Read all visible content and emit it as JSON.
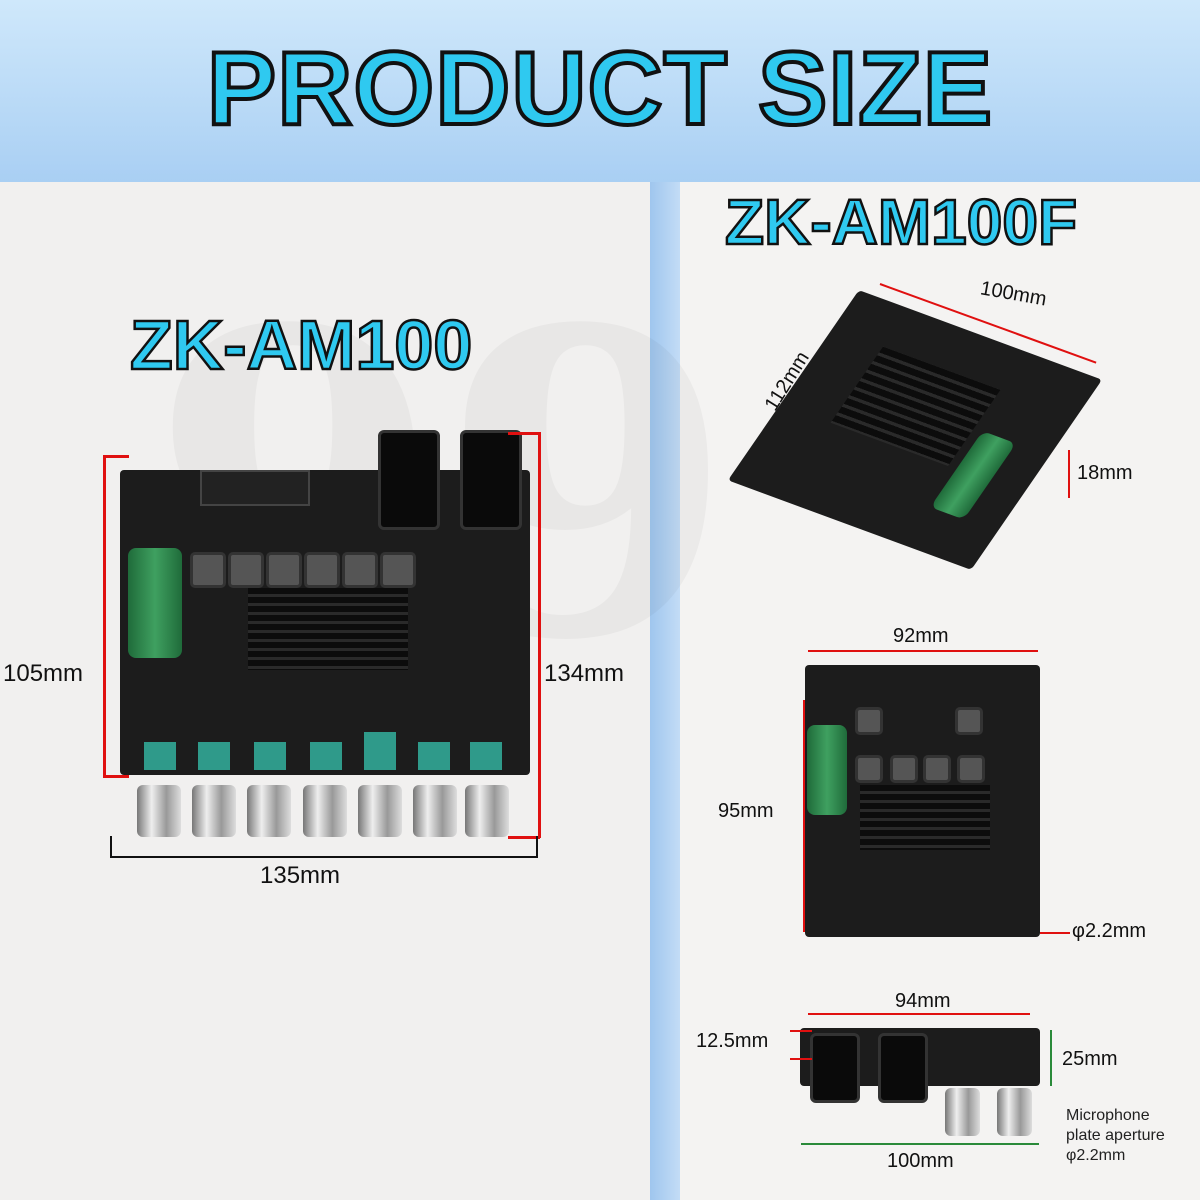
{
  "banner": {
    "title": "PRODUCT SIZE"
  },
  "left": {
    "model": "ZK-AM100",
    "dimensions": {
      "height": "105mm",
      "height_with_jacks": "134mm",
      "width": "135mm"
    }
  },
  "right": {
    "model": "ZK-AM100F",
    "top_view": {
      "width": "100mm",
      "length": "112mm",
      "height": "18mm"
    },
    "front_view": {
      "width": "92mm",
      "height": "95mm",
      "hole": "φ2.2mm"
    },
    "side_view": {
      "width_top": "94mm",
      "width_bottom": "100mm",
      "jack_height": "12.5mm",
      "height": "25mm",
      "note_lines": [
        "Microphone",
        "plate aperture",
        "φ2.2mm"
      ]
    }
  },
  "colors": {
    "title": "#2fc9f0",
    "left_marker": "#e01010",
    "right_marker": "#2a8a3a"
  }
}
